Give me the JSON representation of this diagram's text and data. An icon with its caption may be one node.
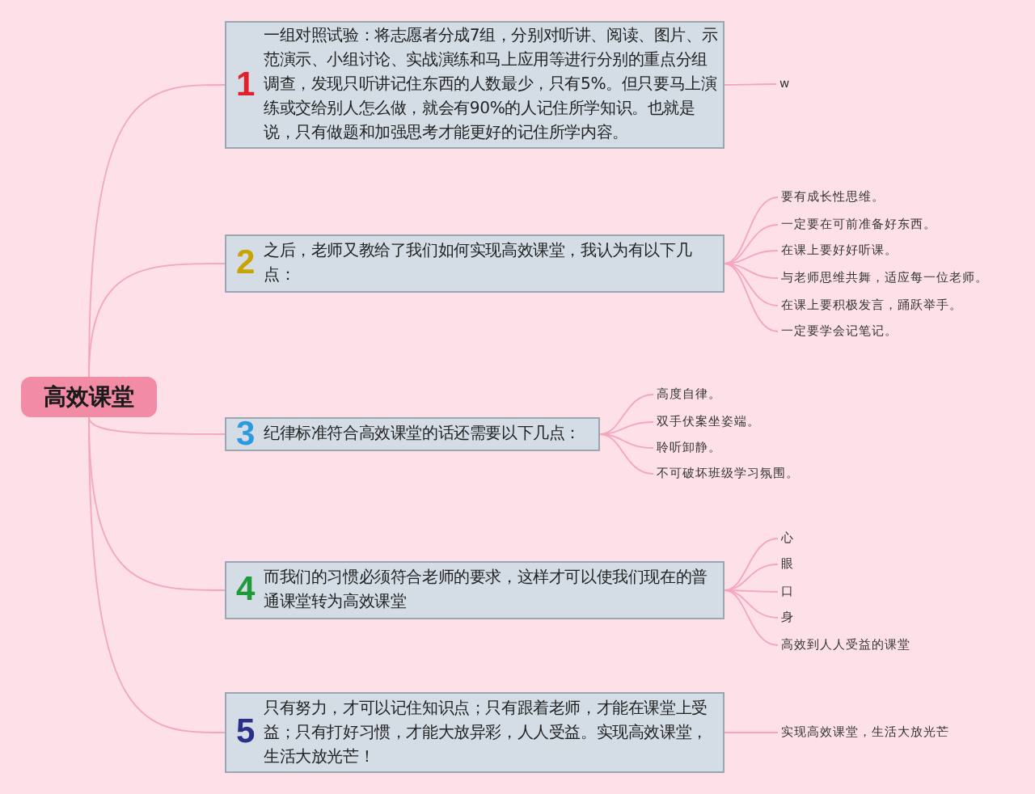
{
  "diagram": {
    "nodes": [
      {
        "text": [
          "高效课堂"
        ]
      },
      {
        "text": [
          "1",
          "一组对照试验：将志愿者分成7组，分别对听讲、阅读、图片、示范演示、小组讨论、实战演练和马上应用等进行分别的重点分组调查，发现只听讲记住东西的人数最少，只有5%。但只要马上演练或交给别人怎么做，就会有90%的人记住所学知识。也就是说，只有做题和加强思考才能更好的记住所学内容。"
        ]
      },
      {
        "text": [
          "2",
          "之后，老师又教给了我们如何实现高效课堂，我认为有以下几点："
        ]
      },
      {
        "text": [
          "3",
          "纪律标准符合高效课堂的话还需要以下几点："
        ]
      },
      {
        "text": [
          "4",
          "而我们的习惯必须符合老师的要求，这样才可以使我们现在的普通课堂转为高效课堂"
        ]
      },
      {
        "text": [
          "5",
          "只有努力，才可以记住知识点；只有跟着老师，才能在课堂上受益；只有打好习惯，才能大放异彩，人人受益。实现高效课堂，生活大放光芒！"
        ]
      },
      {
        "text": [
          "w"
        ]
      },
      {
        "text": [
          "要有成长性思维。"
        ]
      },
      {
        "text": [
          "一定要在可前准备好东西。"
        ]
      },
      {
        "text": [
          "在课上要好好听课。"
        ]
      },
      {
        "text": [
          "与老师思维共舞，适应每一位老师。"
        ]
      },
      {
        "text": [
          "在课上要积极发言，踊跃举手。"
        ]
      },
      {
        "text": [
          "一定要学会记笔记。"
        ]
      },
      {
        "text": [
          "高度自律。"
        ]
      },
      {
        "text": [
          "双手伏案坐姿端。"
        ]
      },
      {
        "text": [
          "聆听卸静。"
        ]
      },
      {
        "text": [
          "不可破坏班级学习氛围。"
        ]
      },
      {
        "text": [
          "心"
        ]
      },
      {
        "text": [
          "眼"
        ]
      },
      {
        "text": [
          "口"
        ]
      },
      {
        "text": [
          "身"
        ]
      },
      {
        "text": [
          "高效到人人受益的课堂"
        ]
      },
      {
        "text": [
          "实现高效课堂，生活大放光芒"
        ]
      }
    ],
    "edges": [
      {
        "from": 0,
        "to": 1,
        "arrow": "none"
      },
      {
        "from": 0,
        "to": 2,
        "arrow": "none"
      },
      {
        "from": 0,
        "to": 3,
        "arrow": "none"
      },
      {
        "from": 0,
        "to": 4,
        "arrow": "none"
      },
      {
        "from": 0,
        "to": 5,
        "arrow": "none"
      },
      {
        "from": 1,
        "to": 6,
        "arrow": "none"
      },
      {
        "from": 2,
        "to": 7,
        "arrow": "none"
      },
      {
        "from": 2,
        "to": 8,
        "arrow": "none"
      },
      {
        "from": 2,
        "to": 9,
        "arrow": "none"
      },
      {
        "from": 2,
        "to": 10,
        "arrow": "none"
      },
      {
        "from": 2,
        "to": 11,
        "arrow": "none"
      },
      {
        "from": 2,
        "to": 12,
        "arrow": "none"
      },
      {
        "from": 3,
        "to": 13,
        "arrow": "none"
      },
      {
        "from": 3,
        "to": 14,
        "arrow": "none"
      },
      {
        "from": 3,
        "to": 15,
        "arrow": "none"
      },
      {
        "from": 3,
        "to": 16,
        "arrow": "none"
      },
      {
        "from": 4,
        "to": 17,
        "arrow": "none"
      },
      {
        "from": 4,
        "to": 18,
        "arrow": "none"
      },
      {
        "from": 4,
        "to": 19,
        "arrow": "none"
      },
      {
        "from": 4,
        "to": 20,
        "arrow": "none"
      },
      {
        "from": 4,
        "to": 21,
        "arrow": "none"
      },
      {
        "from": 5,
        "to": 22,
        "arrow": "none"
      }
    ]
  }
}
